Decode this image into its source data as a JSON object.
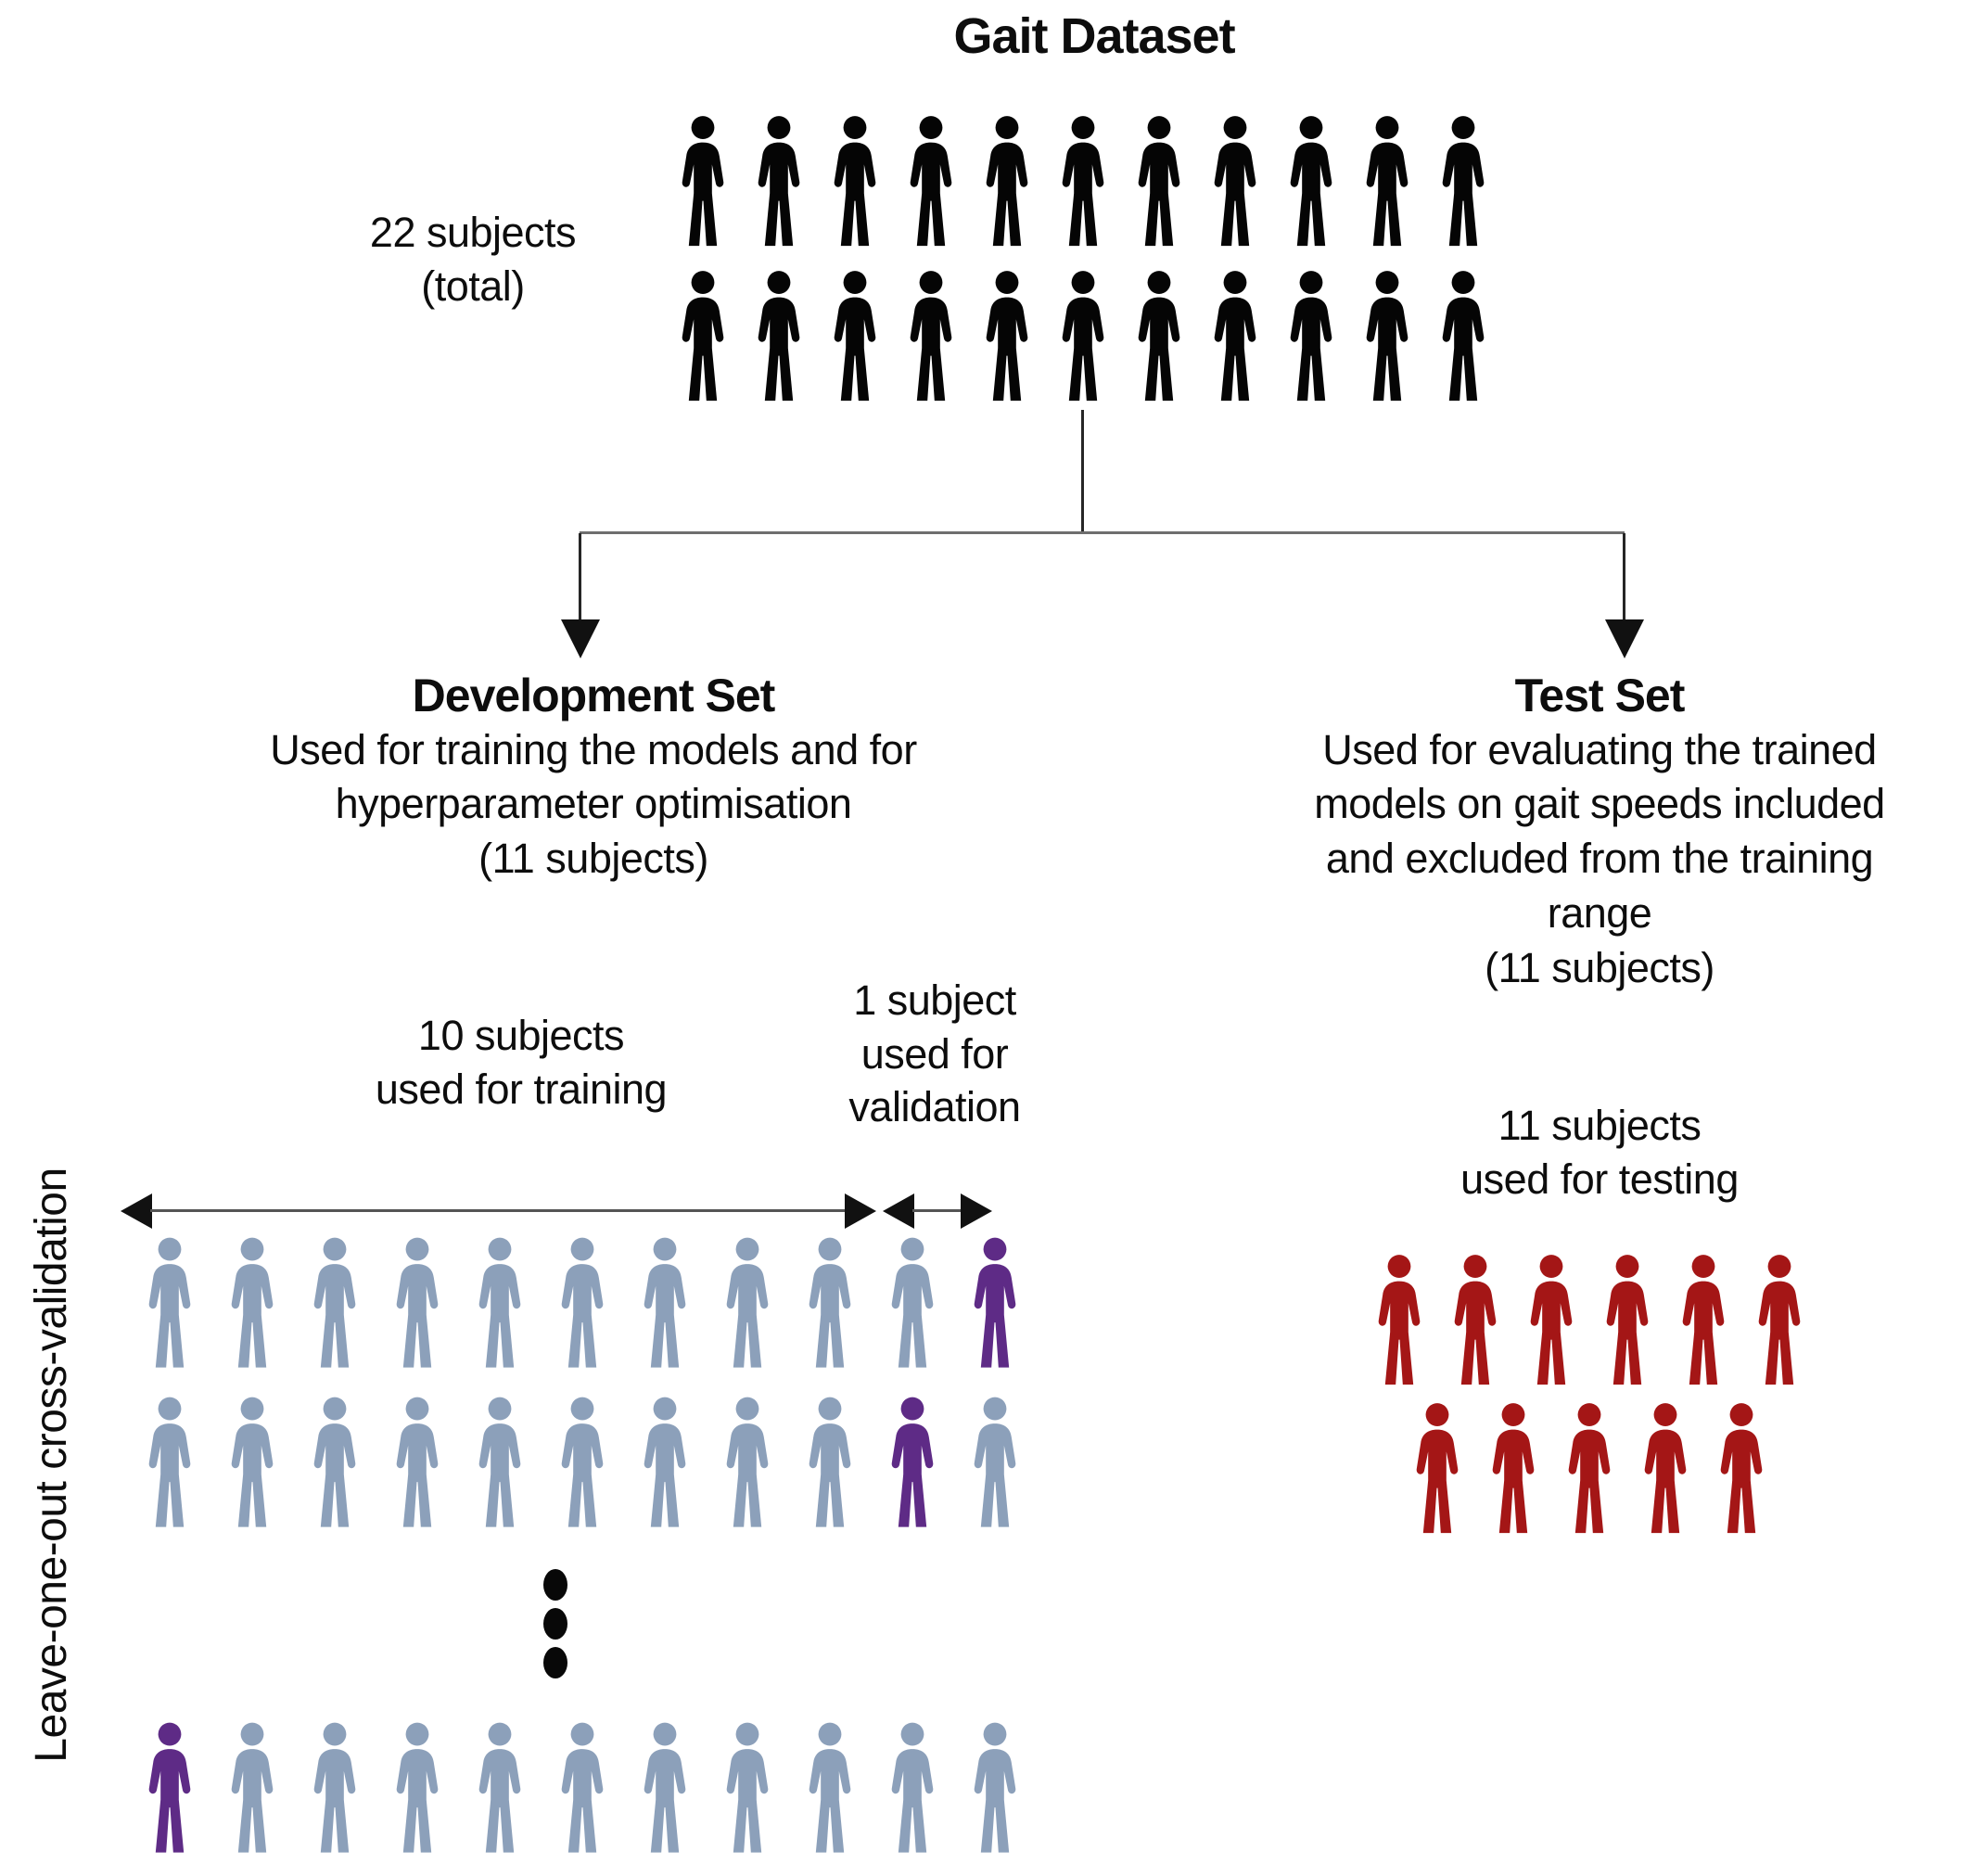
{
  "colors": {
    "black": "#050505",
    "gray": "#8CA0BA",
    "purple": "#5E2B86",
    "red": "#A41616"
  },
  "header": {
    "title": "Gait Dataset",
    "total_line1": "22 subjects",
    "total_line2": "(total)"
  },
  "gait_rows": {
    "row1": [
      "black",
      "black",
      "black",
      "black",
      "black",
      "black",
      "black",
      "black",
      "black",
      "black",
      "black"
    ],
    "row2": [
      "black",
      "black",
      "black",
      "black",
      "black",
      "black",
      "black",
      "black",
      "black",
      "black",
      "black"
    ]
  },
  "development": {
    "title": "Development Set",
    "desc": [
      "Used for training the models and for",
      "hyperparameter optimisation",
      "(11 subjects)"
    ],
    "training_label": [
      "10 subjects",
      "used for training"
    ],
    "validation_label": [
      "1 subject",
      "used for",
      "validation"
    ],
    "loocv_label": "Leave-one-out cross-validation",
    "rows": {
      "row1": [
        "gray",
        "gray",
        "gray",
        "gray",
        "gray",
        "gray",
        "gray",
        "gray",
        "gray",
        "gray",
        "purple"
      ],
      "row2": [
        "gray",
        "gray",
        "gray",
        "gray",
        "gray",
        "gray",
        "gray",
        "gray",
        "gray",
        "purple",
        "gray"
      ],
      "row3": [
        "purple",
        "gray",
        "gray",
        "gray",
        "gray",
        "gray",
        "gray",
        "gray",
        "gray",
        "gray",
        "gray"
      ]
    }
  },
  "test": {
    "title": "Test Set",
    "desc": [
      "Used for evaluating the trained",
      "models on gait speeds included",
      "and excluded from the training",
      "range",
      "(11 subjects)"
    ],
    "testing_label": [
      "11 subjects",
      "used for testing"
    ],
    "rows": {
      "row1": [
        "red",
        "red",
        "red",
        "red",
        "red",
        "red"
      ],
      "row2": [
        "red",
        "red",
        "red",
        "red",
        "red"
      ]
    }
  }
}
